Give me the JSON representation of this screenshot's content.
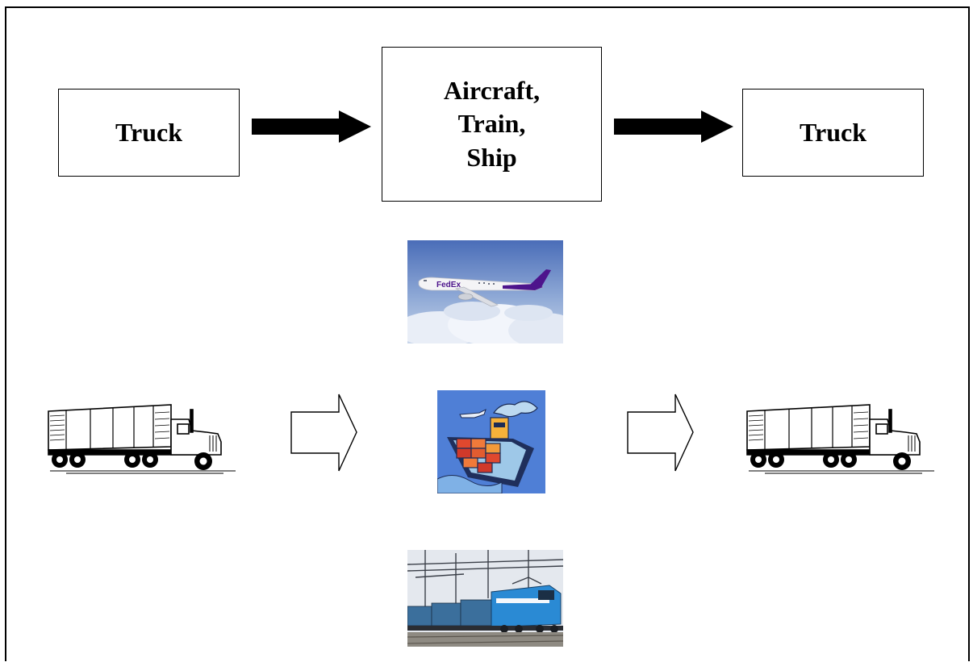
{
  "flow": {
    "left_label": "Truck",
    "middle_labels": [
      "Aircraft,",
      "Train,",
      "Ship"
    ],
    "right_label": "Truck"
  },
  "images": {
    "aircraft_logo": "FedEx"
  },
  "colors": {
    "fedex_purple": "#4d148c",
    "fedex_orange": "#ff6600",
    "sky": "#5b7fc4",
    "ship_bg": "#4f7fd6",
    "train_blue": "#2a8ad4"
  }
}
